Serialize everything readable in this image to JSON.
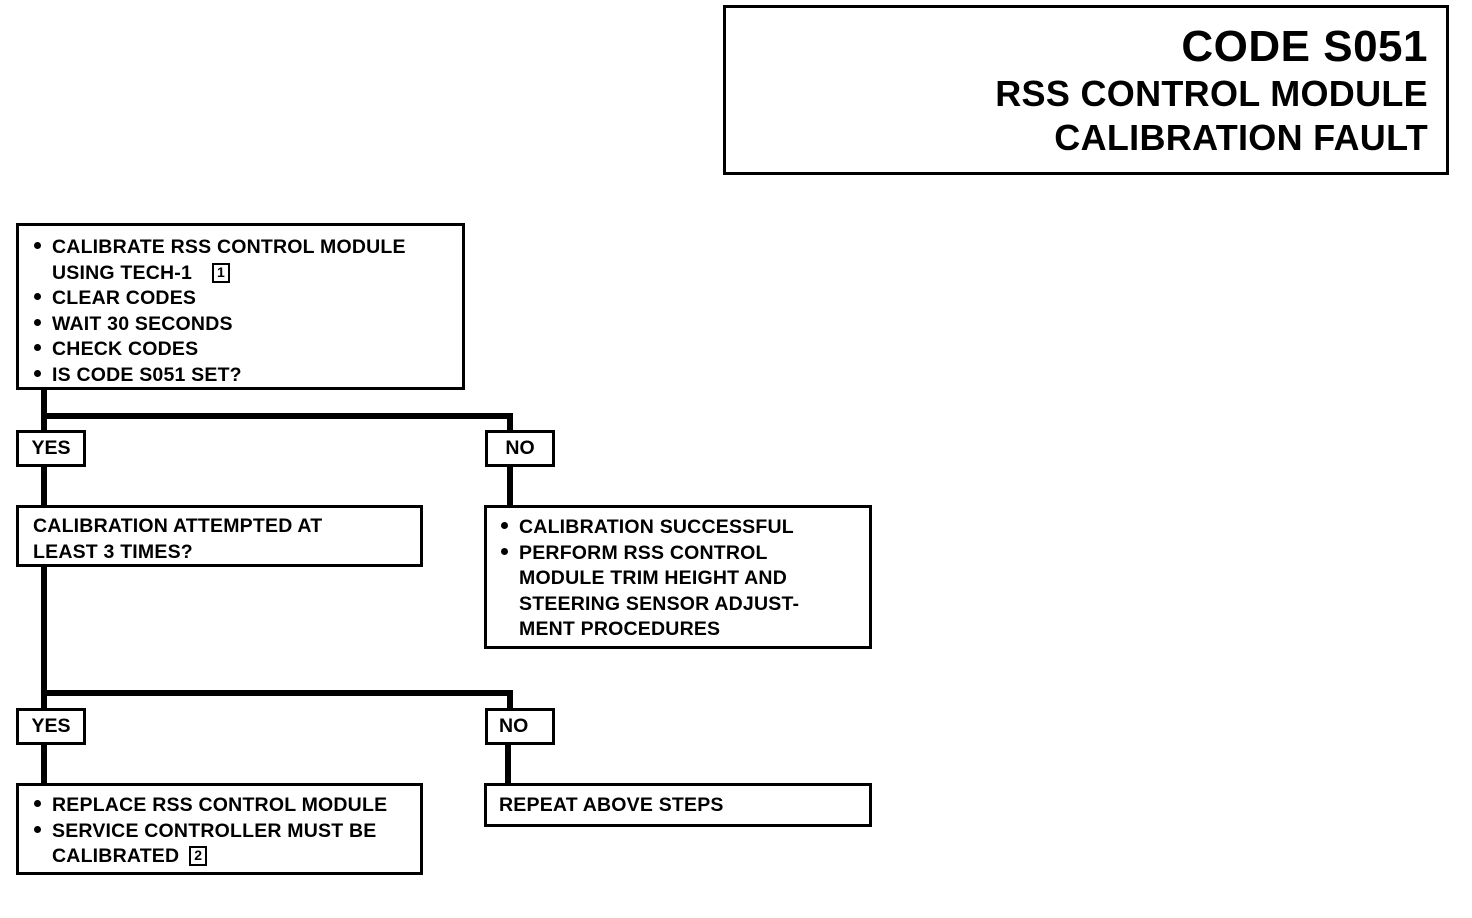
{
  "header": {
    "code": "CODE S051",
    "line1": "RSS CONTROL MODULE",
    "line2": "CALIBRATION FAULT"
  },
  "step1": {
    "items": [
      "CALIBRATE RSS CONTROL MODULE",
      "CLEAR CODES",
      "WAIT 30 SECONDS",
      "CHECK CODES",
      "IS CODE S051 SET?"
    ],
    "item1_cont": "USING TECH-1",
    "ref": "1"
  },
  "branch1": {
    "yes": "YES",
    "no": "NO"
  },
  "step2_question": {
    "line1": "CALIBRATION ATTEMPTED AT",
    "line2": "LEAST 3 TIMES?"
  },
  "no1_result": {
    "items": [
      "CALIBRATION SUCCESSFUL",
      "PERFORM RSS CONTROL"
    ],
    "cont": [
      "MODULE TRIM HEIGHT AND",
      "STEERING SENSOR ADJUST-",
      "MENT PROCEDURES"
    ]
  },
  "branch2": {
    "yes": "YES",
    "no": "NO"
  },
  "yes2_result": {
    "items": [
      "REPLACE RSS CONTROL MODULE",
      "SERVICE CONTROLLER MUST BE"
    ],
    "cont": "CALIBRATED",
    "ref": "2"
  },
  "no2_result": {
    "text": "REPEAT ABOVE STEPS"
  }
}
